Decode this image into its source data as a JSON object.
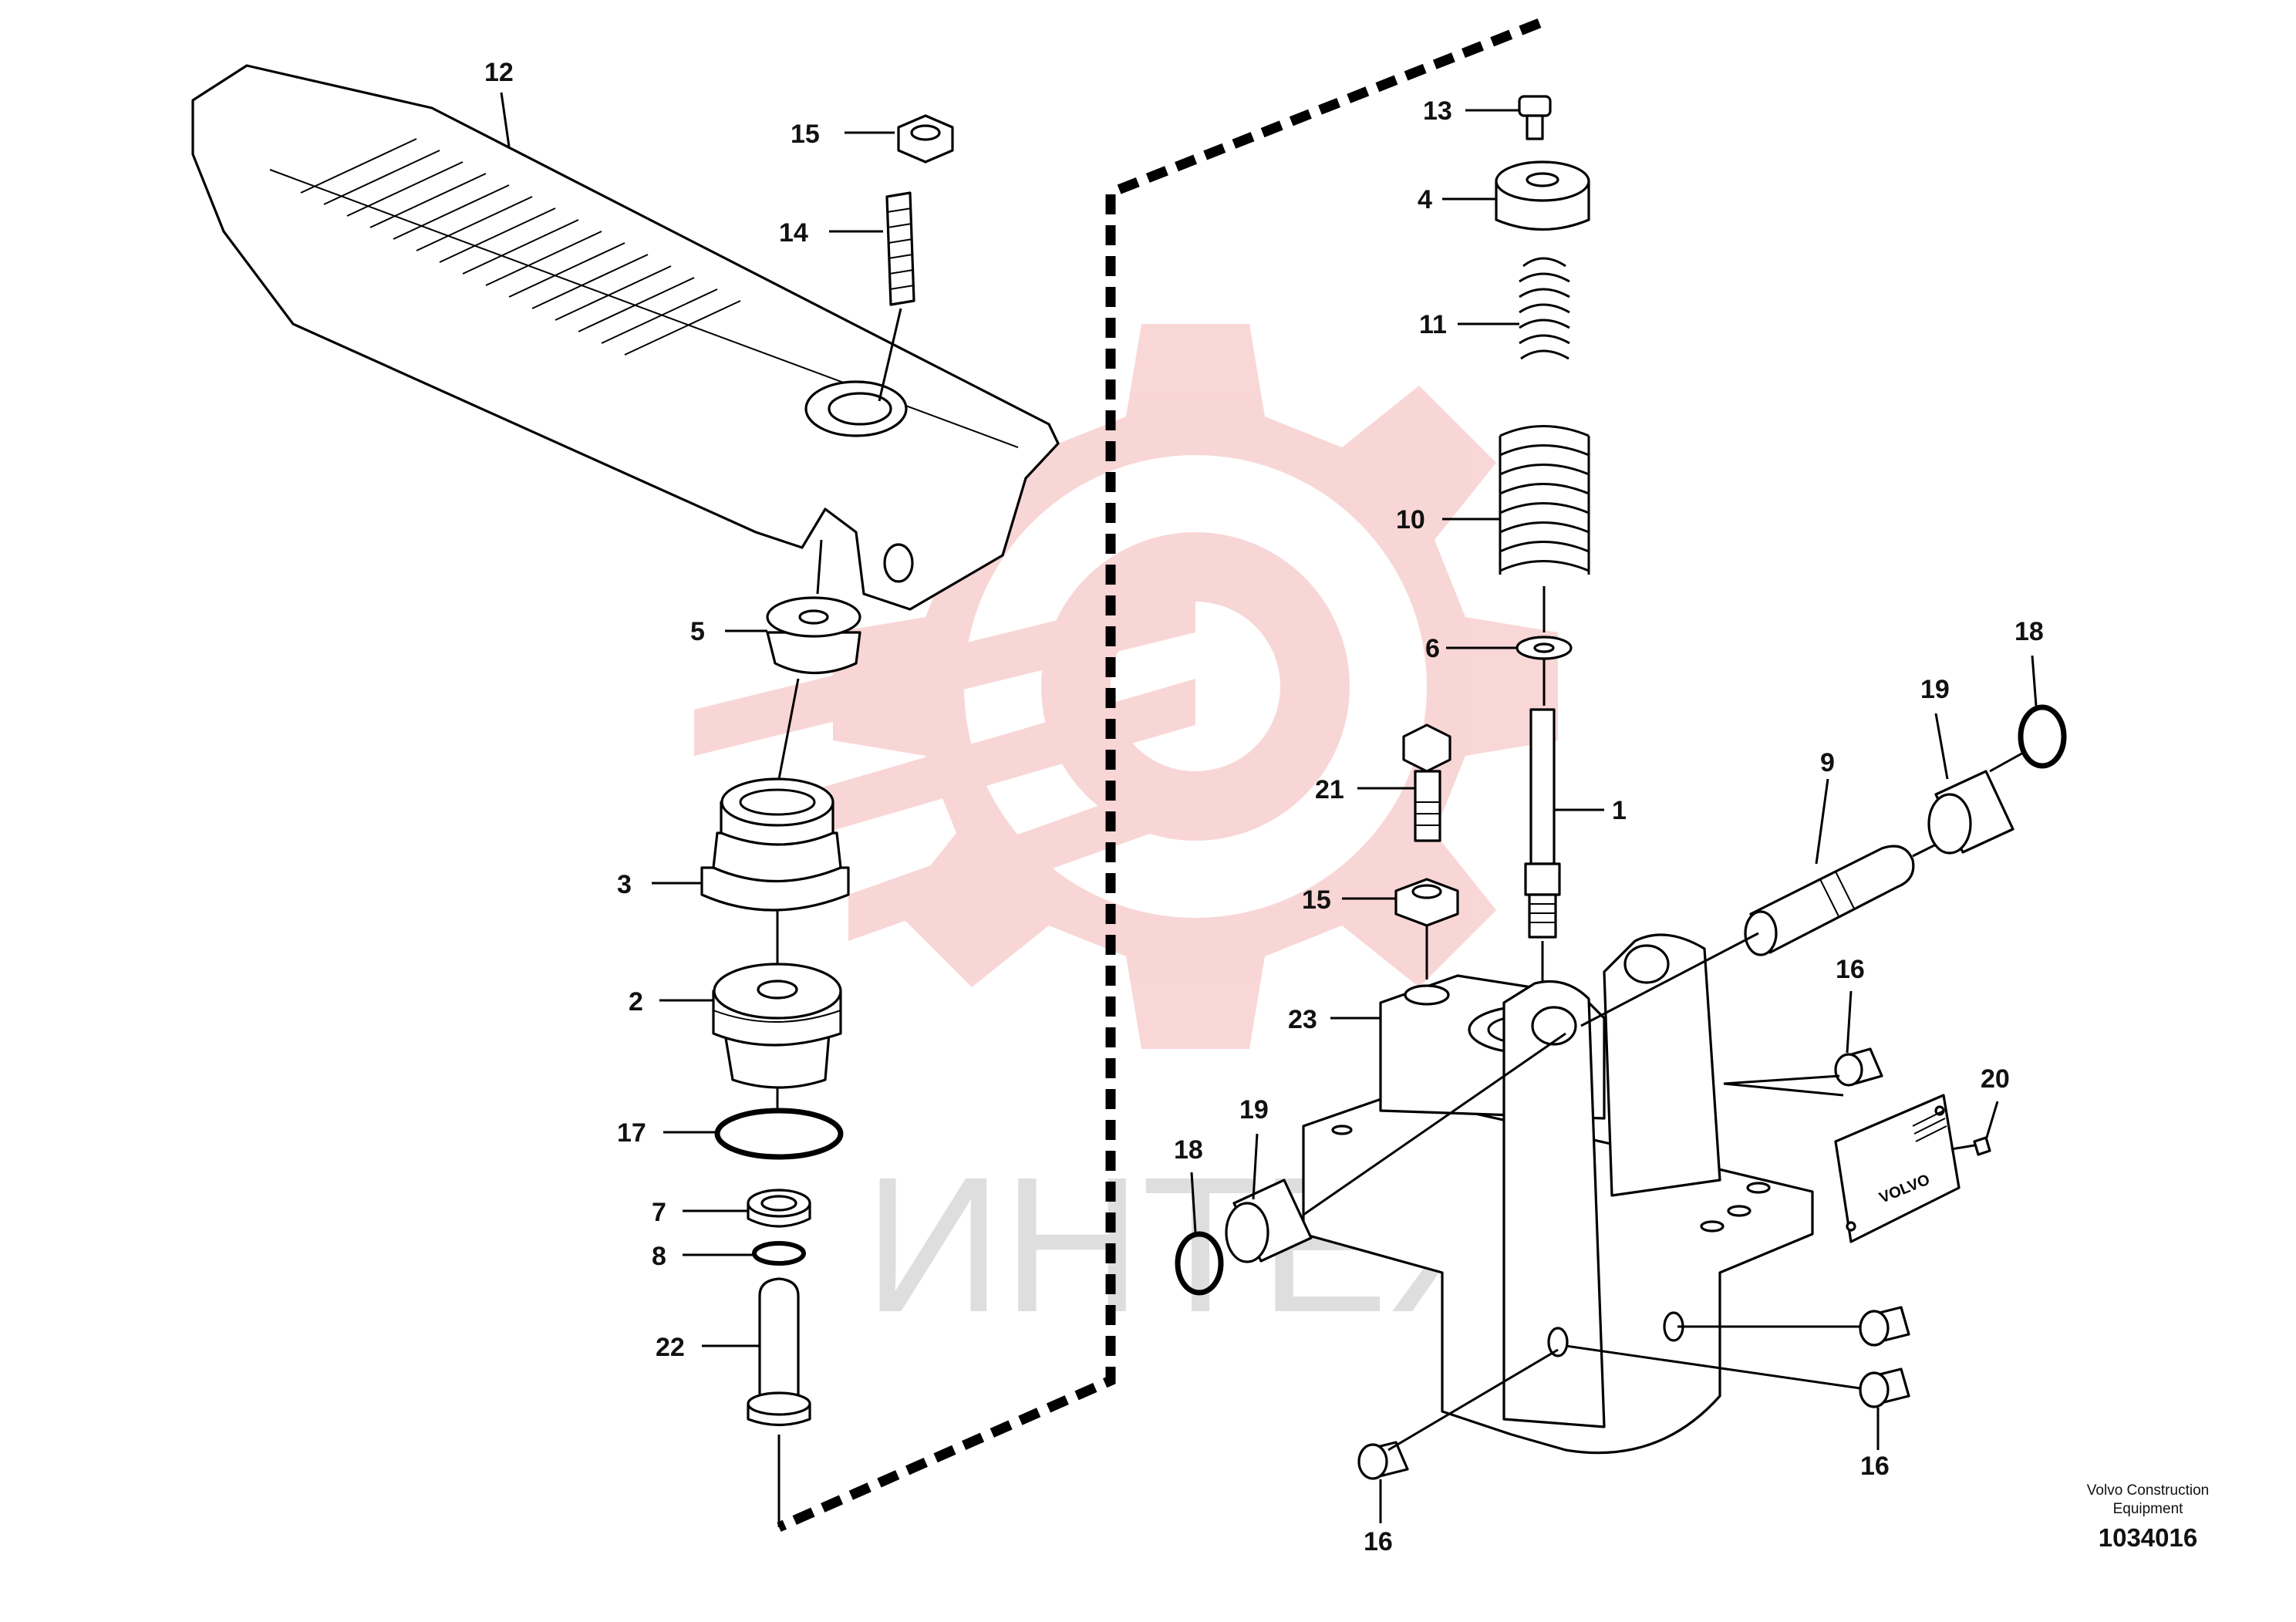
{
  "callouts": [
    {
      "id": "c12",
      "label": "12"
    },
    {
      "id": "c15a",
      "label": "15"
    },
    {
      "id": "c14",
      "label": "14"
    },
    {
      "id": "c5",
      "label": "5"
    },
    {
      "id": "c3",
      "label": "3"
    },
    {
      "id": "c2",
      "label": "2"
    },
    {
      "id": "c17",
      "label": "17"
    },
    {
      "id": "c7",
      "label": "7"
    },
    {
      "id": "c8",
      "label": "8"
    },
    {
      "id": "c22",
      "label": "22"
    },
    {
      "id": "c13",
      "label": "13"
    },
    {
      "id": "c4",
      "label": "4"
    },
    {
      "id": "c11",
      "label": "11"
    },
    {
      "id": "c10",
      "label": "10"
    },
    {
      "id": "c6",
      "label": "6"
    },
    {
      "id": "c1",
      "label": "1"
    },
    {
      "id": "c21",
      "label": "21"
    },
    {
      "id": "c15b",
      "label": "15"
    },
    {
      "id": "c23",
      "label": "23"
    },
    {
      "id": "c9",
      "label": "9"
    },
    {
      "id": "c19a",
      "label": "19"
    },
    {
      "id": "c18a",
      "label": "18"
    },
    {
      "id": "c16a",
      "label": "16"
    },
    {
      "id": "c20",
      "label": "20"
    },
    {
      "id": "c19b",
      "label": "19"
    },
    {
      "id": "c18b",
      "label": "18"
    },
    {
      "id": "c16b",
      "label": "16"
    },
    {
      "id": "c16c",
      "label": "16"
    }
  ],
  "credit": {
    "line1": "Volvo Construction",
    "line2": "Equipment"
  },
  "document_number": "1034016",
  "nameplate_text": "VOLVO",
  "watermark": {
    "text": "ИНТЕХ",
    "color": "#e8484a"
  }
}
